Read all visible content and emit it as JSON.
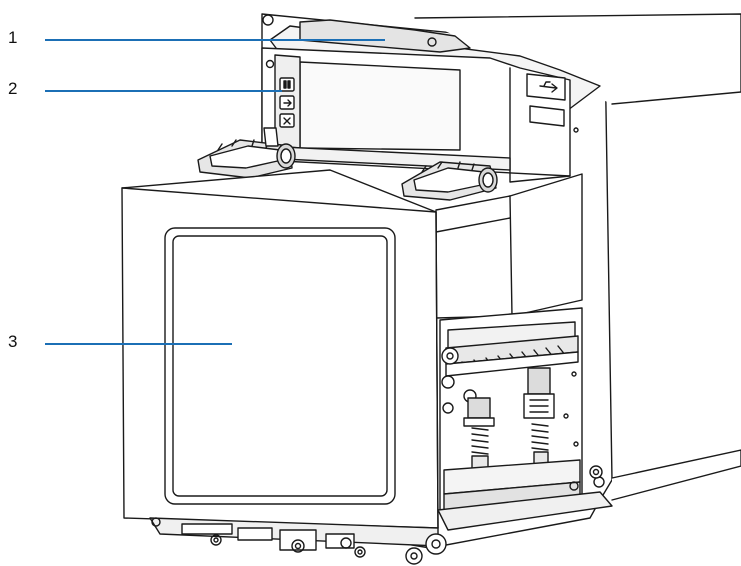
{
  "callouts": [
    {
      "id": "1",
      "label": "1"
    },
    {
      "id": "2",
      "label": "2"
    },
    {
      "id": "3",
      "label": "3"
    }
  ],
  "colors": {
    "leader": "#1b6fb5",
    "line": "#1a1a1a",
    "fill_light": "#ffffff",
    "fill_mid": "#ececec",
    "fill_dark": "#cfcfcf"
  },
  "icons": [
    "pause-icon",
    "feed-icon",
    "cancel-icon",
    "usb-icon",
    "latch-handle-icon"
  ]
}
